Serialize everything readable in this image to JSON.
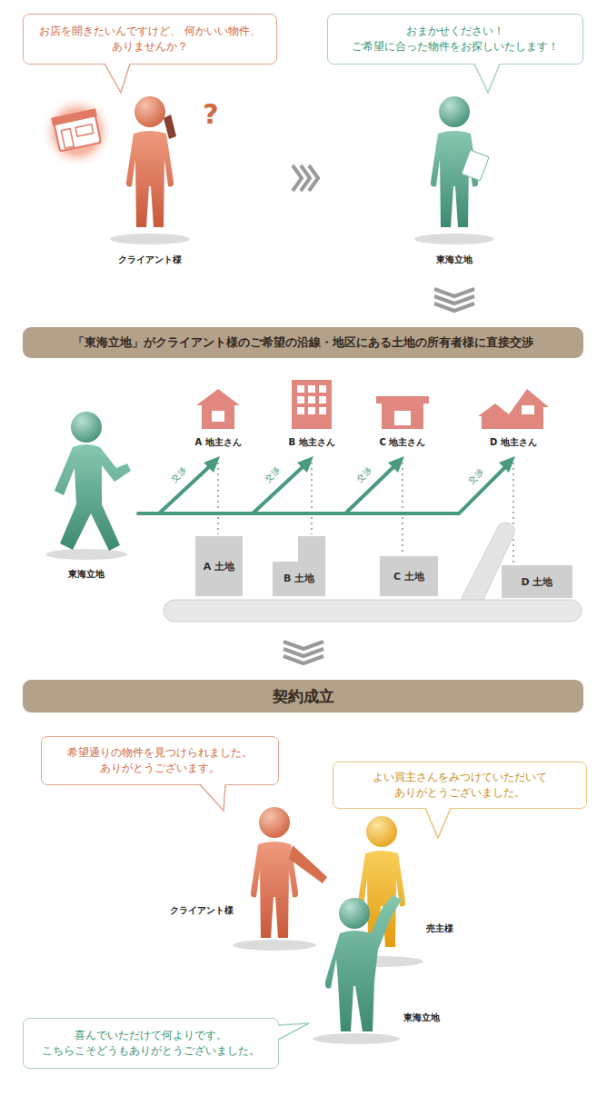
{
  "diagram": {
    "nodes": [
      {
        "text": [
          "お店を開きたいんですけど、 何かいい物件、ありませんか？"
        ]
      },
      {
        "text": [
          "おまかせください！ ご希望に合った物件をお探しいたします！"
        ]
      },
      {
        "text": [
          "「東海立地」がクライアント様のご希望の沿線・地区にある土地の所有者様に直接交渉"
        ]
      },
      {
        "text": [
          "A 土地"
        ]
      },
      {
        "text": [
          "B 土地"
        ]
      },
      {
        "text": [
          "C 土地"
        ]
      },
      {
        "text": [
          "D 土地"
        ]
      },
      {
        "text": [
          "契約成立"
        ]
      },
      {
        "text": [
          "希望通りの物件を見つけられました。 ありがとうございます。"
        ]
      },
      {
        "text": [
          "よい買主さんをみつけていただいて ありがとうございました。"
        ]
      },
      {
        "text": [
          "喜んでいただけて何よりです。 こちらこそどうもありがとうございました。"
        ]
      }
    ],
    "labels": [
      "?",
      "クライアント様",
      "東海立地",
      "A 地主さん",
      "B 地主さん",
      "C 地主さん",
      "D 地主さん",
      "交渉",
      "交渉",
      "交渉",
      "交渉",
      "東海立地",
      "クライアント様",
      "売主様",
      "東海立地"
    ]
  }
}
